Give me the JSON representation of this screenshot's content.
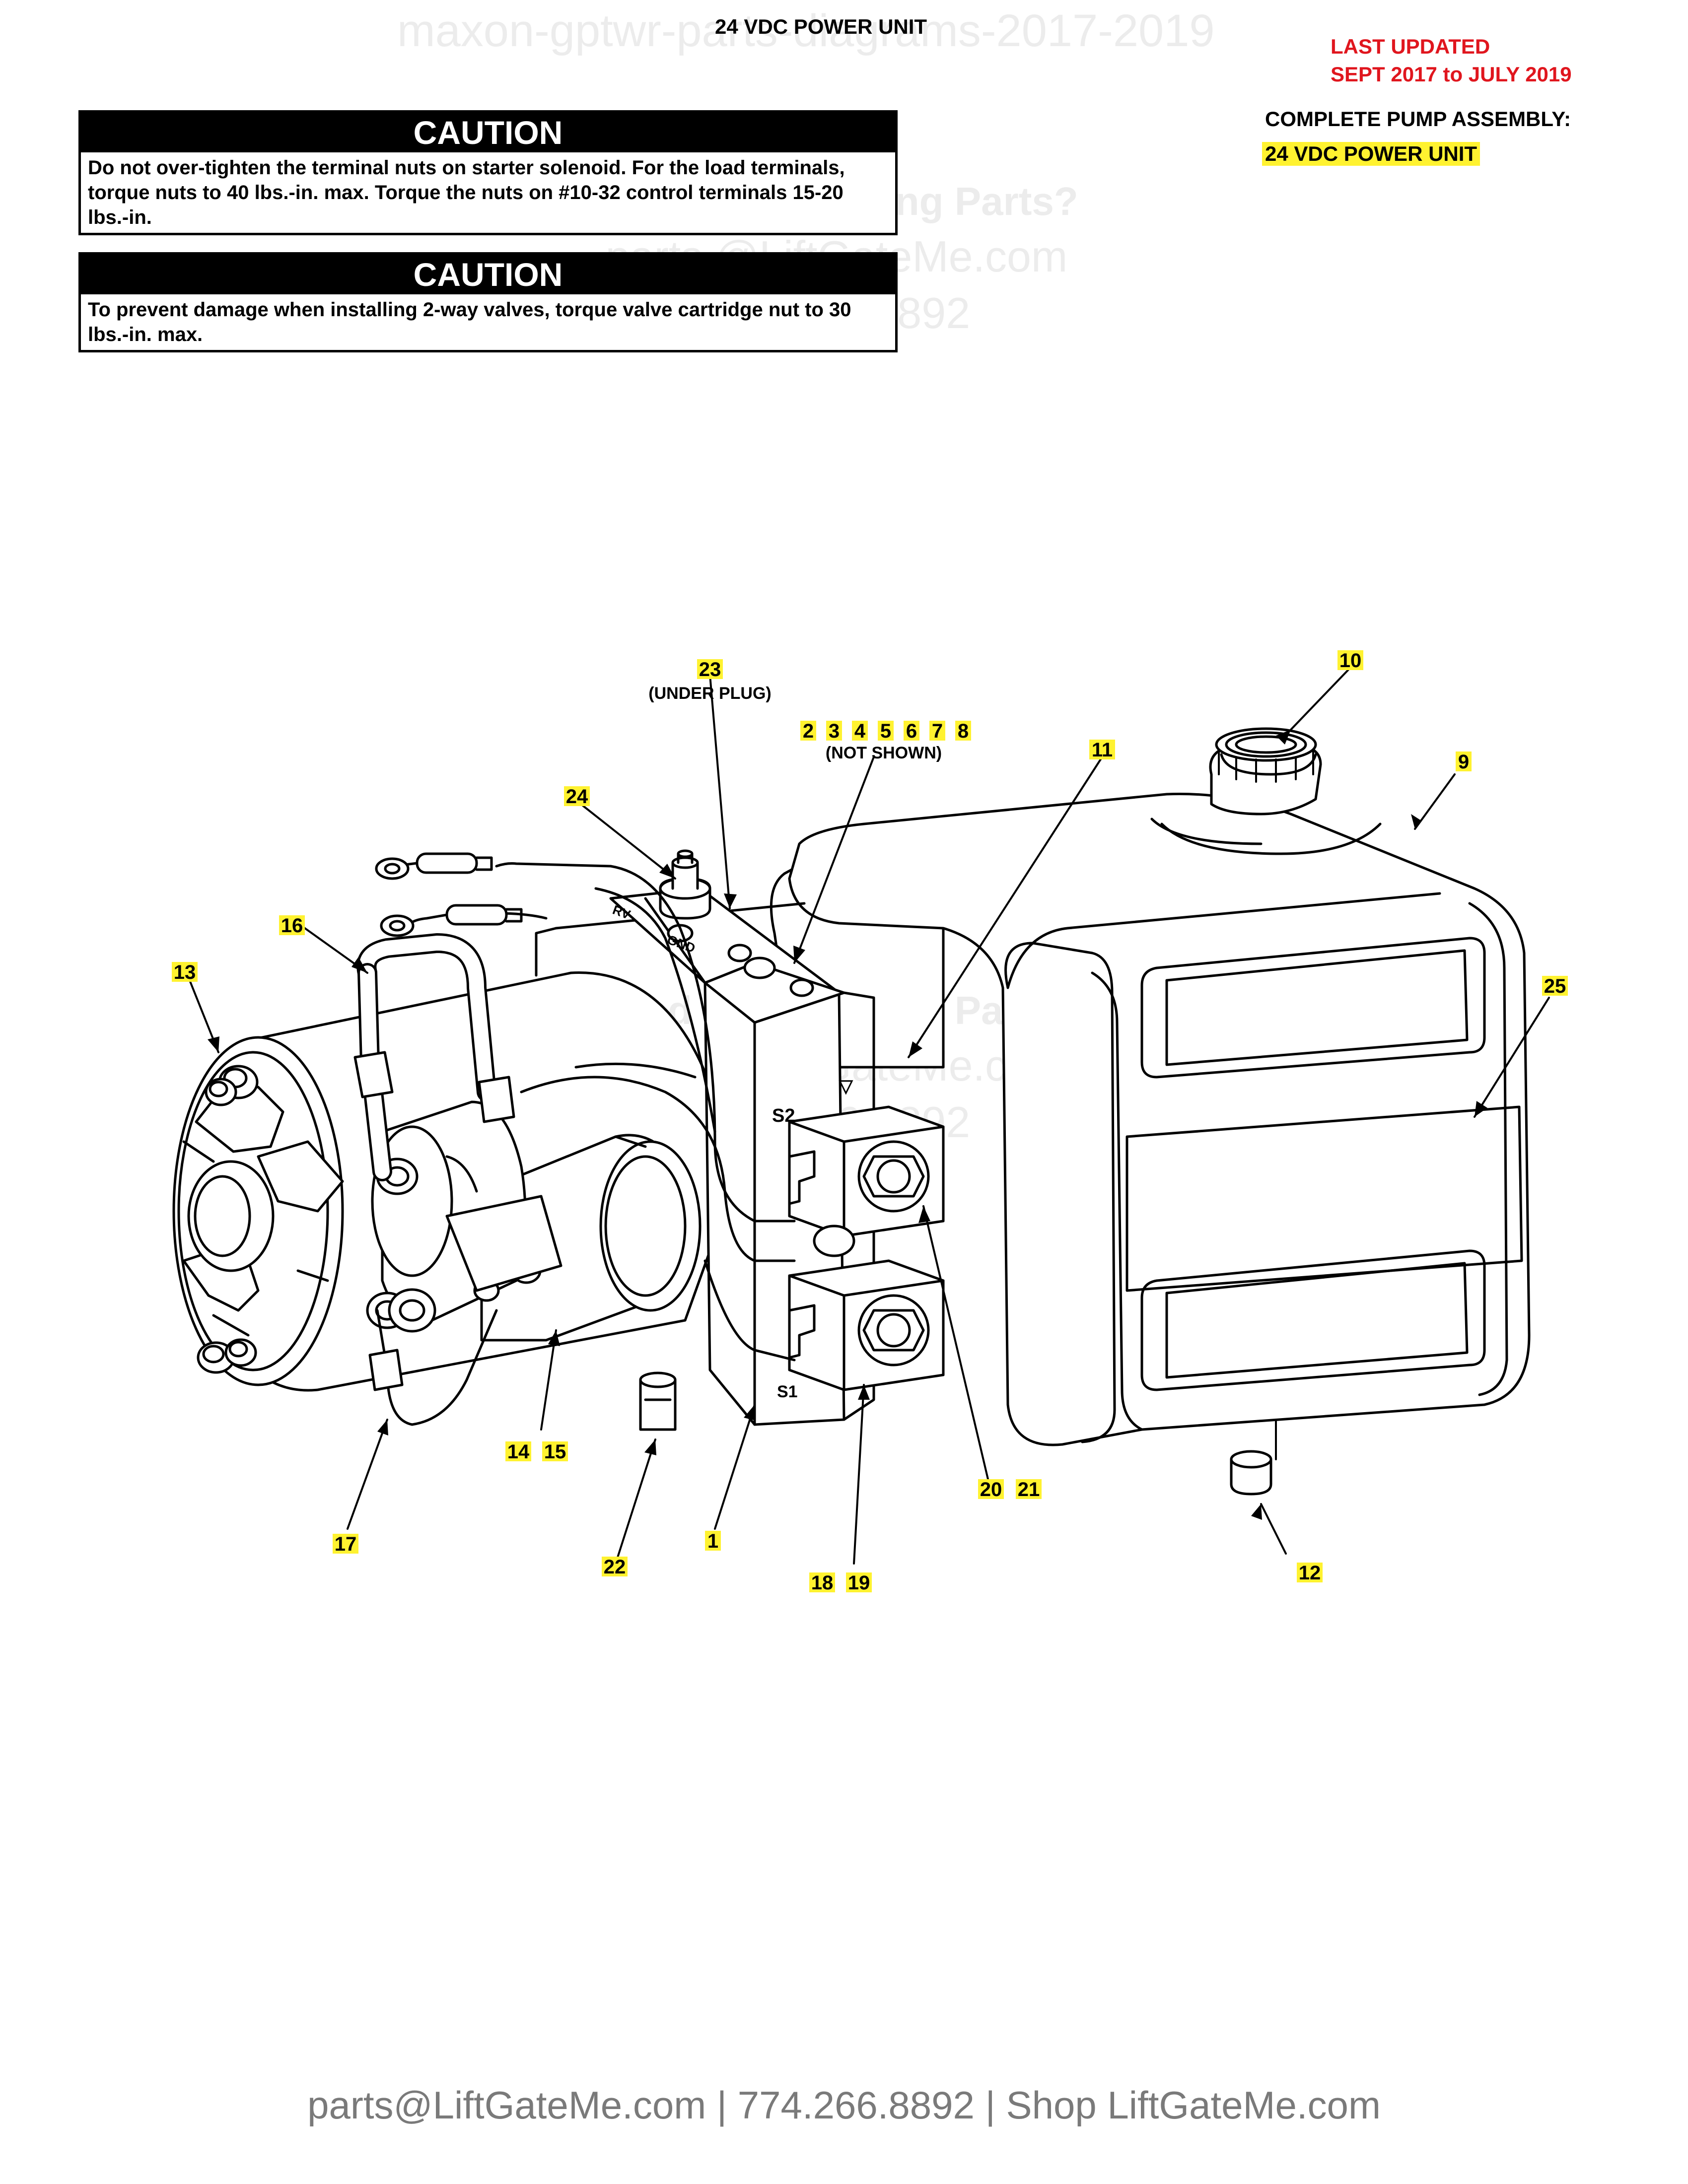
{
  "watermark": {
    "top": "maxon-gptwr-parts-diagrams-2017-2019",
    "help": "Need Help Finding Parts?",
    "email": "parts @LiftGateMe.com",
    "phone": "774.266.8892"
  },
  "header": {
    "title": "24 VDC POWER UNIT",
    "last_updated": "LAST UPDATED",
    "date_range": "SEPT 2017 to JULY 2019",
    "assembly_label": "COMPLETE PUMP ASSEMBLY:",
    "assembly_value": "24 VDC POWER UNIT"
  },
  "cautions": [
    {
      "heading": "CAUTION",
      "text": "Do not over-tighten the terminal nuts on starter solenoid. For the load terminals, torque nuts to 40 lbs.-in. max. Torque the nuts on #10-32 control terminals 15-20 lbs.-in."
    },
    {
      "heading": "CAUTION",
      "text": "To prevent damage when installing 2-way valves, torque valve cartridge nut to 30 lbs.-in. max."
    }
  ],
  "diagram": {
    "callouts": [
      "1",
      "2",
      "3",
      "4",
      "5",
      "6",
      "7",
      "8",
      "9",
      "10",
      "11",
      "12",
      "13",
      "14",
      "15",
      "16",
      "17",
      "18",
      "19",
      "20",
      "21",
      "22",
      "23",
      "24",
      "25"
    ],
    "notes": {
      "under_plug": "(UNDER PLUG)",
      "not_shown": "(NOT SHOWN)"
    },
    "markings": {
      "s2": "S2",
      "s1": "S1",
      "rv": "RV",
      "gnd": "GND",
      "triangle": "▽"
    },
    "colors": {
      "callout_highlight": "#fff230",
      "updated_red": "#e0161e"
    }
  },
  "footer": {
    "text": "parts@LiftGateMe.com | 774.266.8892 | Shop LiftGateMe.com"
  }
}
